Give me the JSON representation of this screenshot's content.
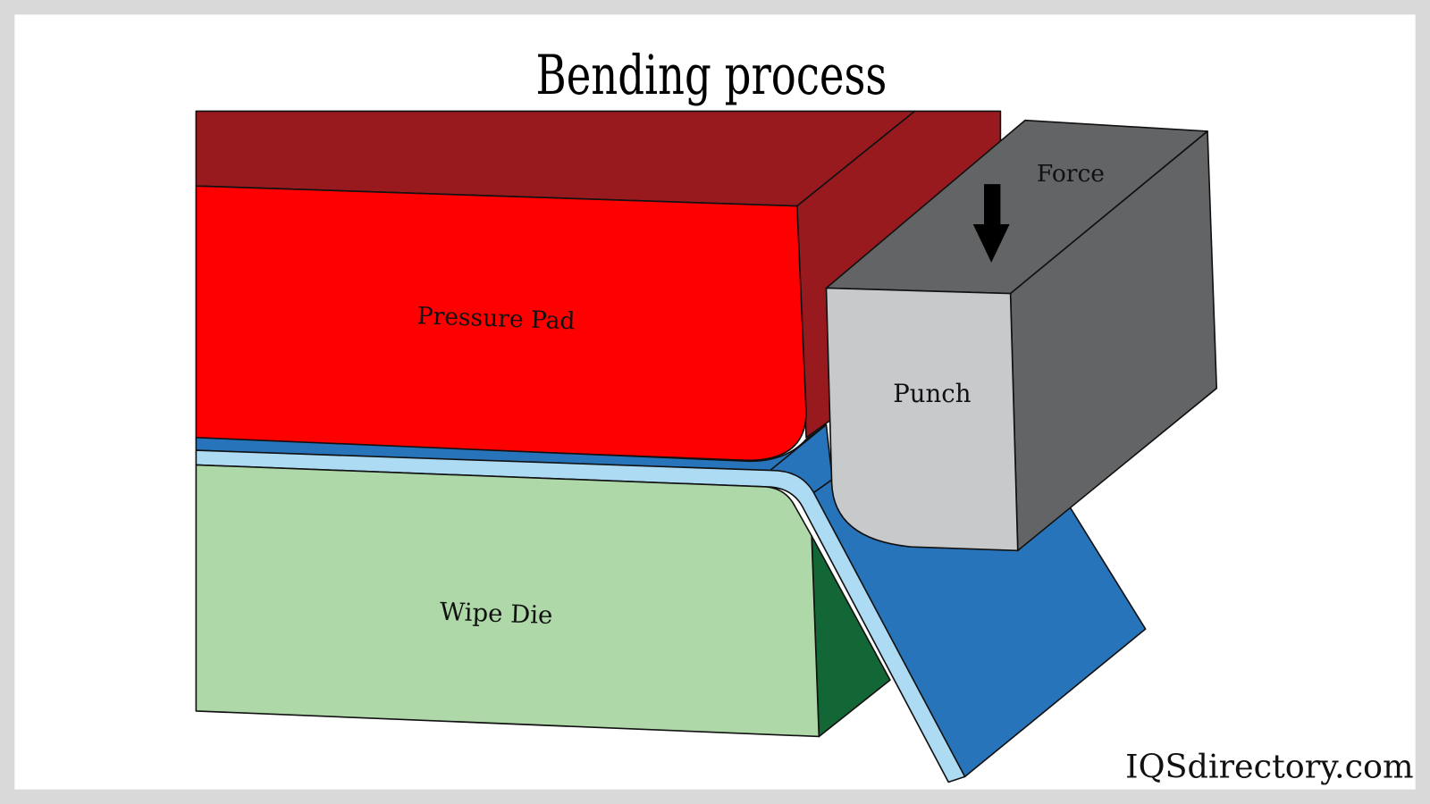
{
  "diagram": {
    "title": "Bending process",
    "labels": {
      "pressure_pad": "Pressure Pad",
      "punch": "Punch",
      "force": "Force",
      "wipe_die": "Wipe Die"
    },
    "watermark": "IQSdirectory.com",
    "icons": {
      "force_arrow": "arrow-down-icon"
    },
    "colors": {
      "frame": "#d9d9d9",
      "background": "#ffffff",
      "pressure_pad_front": "#ff0000",
      "pressure_pad_top_side": "#981a1e",
      "punch_front": "#c8c9cb",
      "punch_top_side": "#636466",
      "workpiece_top": "#2874bb",
      "workpiece_edge": "#aedbf4",
      "wipe_die_front": "#aed8a8",
      "wipe_die_side": "#136736",
      "arrow": "#000000",
      "outline": "#111111"
    }
  }
}
